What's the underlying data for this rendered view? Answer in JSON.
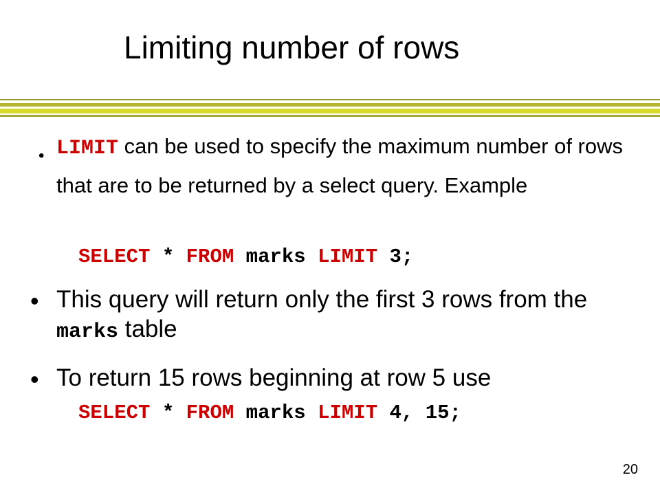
{
  "slide": {
    "title": "Limiting number of rows",
    "bullets": [
      {
        "marker": "•",
        "keyword": "LIMIT",
        "text": " can be used to specify the maximum number of rows that are to be returned by a select query. Example",
        "code": {
          "select": "SELECT",
          "star": " * ",
          "from": "FROM",
          "table": " marks ",
          "limit": "LIMIT",
          "args": " 3;"
        }
      },
      {
        "marker": "•",
        "text_before": "This query will return only the first 3 rows from the ",
        "table": "marks",
        "text_after": " table"
      },
      {
        "marker": "•",
        "text": "To return 15 rows beginning at row 5 use",
        "code": {
          "select": "SELECT",
          "star": " * ",
          "from": "FROM",
          "table": " marks ",
          "limit": "LIMIT",
          "args": " 4, 15;"
        }
      }
    ],
    "page_number": "20"
  },
  "colors": {
    "keyword": "#cc0000",
    "rule_dark": "#9c9c2c",
    "rule_mid": "#b5b530",
    "rule_light": "#d9d92a"
  }
}
